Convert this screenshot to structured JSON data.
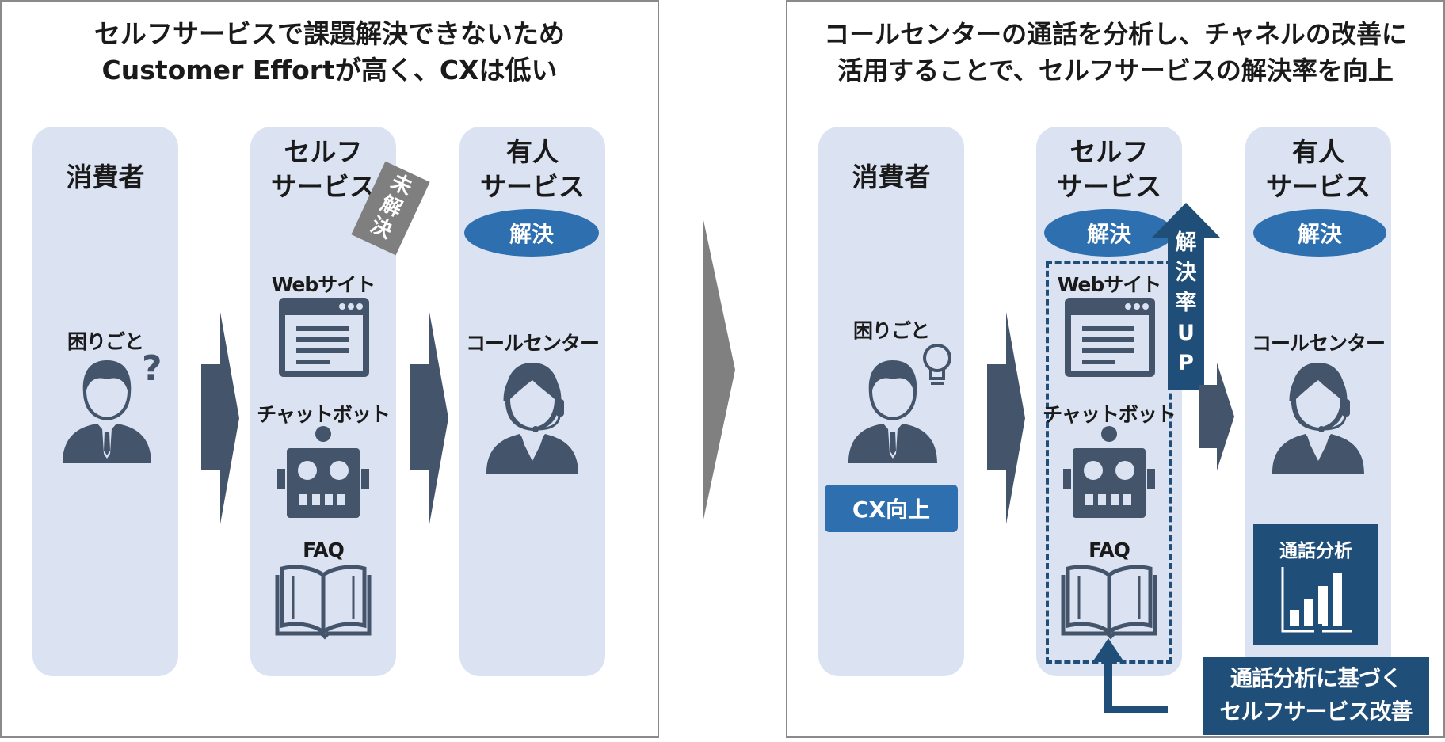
{
  "left_panel": {
    "title_line1": "セルフサービスで課題解決できないため",
    "title_line2": "Customer Effortが高く、CXは低い",
    "consumer_header": "消費者",
    "consumer_label": "困りごと",
    "self_header_line1": "セルフ",
    "self_header_line2": "サービス",
    "unresolved_tag": [
      "未",
      "解",
      "決"
    ],
    "web_label": "Webサイト",
    "chatbot_label": "チャットボット",
    "faq_label": "FAQ",
    "staffed_header_line1": "有人",
    "staffed_header_line2": "サービス",
    "resolved_badge": "解決",
    "callcenter_label": "コールセンター"
  },
  "right_panel": {
    "title_line1": "コールセンターの通話を分析し、チャネルの改善に",
    "title_line2": "活用することで、セルフサービスの解決率を向上",
    "consumer_header": "消費者",
    "consumer_label": "困りごと",
    "cx_badge": "CX向上",
    "self_header_line1": "セルフ",
    "self_header_line2": "サービス",
    "self_resolved_badge": "解決",
    "rate_up_arrow": [
      "解",
      "決",
      "率",
      "U",
      "P"
    ],
    "web_label": "Webサイト",
    "chatbot_label": "チャットボット",
    "faq_label": "FAQ",
    "staffed_header_line1": "有人",
    "staffed_header_line2": "サービス",
    "staffed_resolved_badge": "解決",
    "callcenter_label": "コールセンター",
    "call_analysis_label": "通話分析",
    "improvement_line1": "通話分析に基づく",
    "improvement_line2": "セルフサービス改善"
  },
  "colors": {
    "column_bg": "#dbe3f3",
    "icon_dark": "#44546a",
    "badge_blue": "#2e6fb0",
    "navy": "#1f4e79",
    "gray_tag": "#7f7f7f",
    "transition_arrow": "#808080"
  }
}
